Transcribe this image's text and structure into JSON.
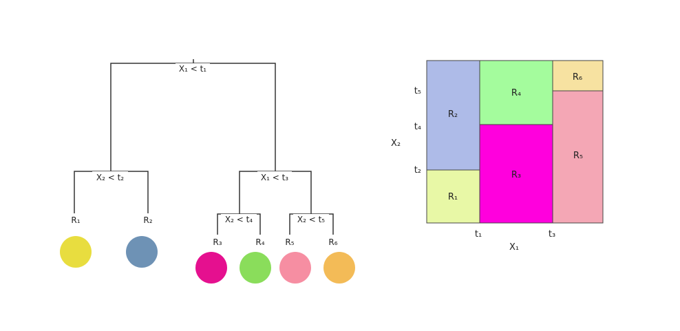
{
  "tree": {
    "root": {
      "label": "X₁ < t₁"
    },
    "left_split": {
      "label": "X₂ < t₂"
    },
    "right_split": {
      "label": "X₁ < t₃"
    },
    "right_left_split": {
      "label": "X₂ < t₄"
    },
    "right_right_split": {
      "label": "X₂ < t₅"
    },
    "leaves": [
      {
        "label": "R₁",
        "color": "#e8dd3f"
      },
      {
        "label": "R₂",
        "color": "#6e92b5"
      },
      {
        "label": "R₃",
        "color": "#e5108f"
      },
      {
        "label": "R₄",
        "color": "#8add5b"
      },
      {
        "label": "R₅",
        "color": "#f68ea2"
      },
      {
        "label": "R₆",
        "color": "#f3bb57"
      }
    ]
  },
  "partition": {
    "x_axis_label": "X₁",
    "y_axis_label": "X₂",
    "x_ticks": [
      "t₁",
      "t₃"
    ],
    "y_ticks": [
      "t₅",
      "t₄",
      "t₂"
    ],
    "regions": [
      {
        "label": "R₁",
        "color": "#e8f8a6"
      },
      {
        "label": "R₂",
        "color": "#aebbe8"
      },
      {
        "label": "R₃",
        "color": "#ff00dd"
      },
      {
        "label": "R₄",
        "color": "#a4fc9d"
      },
      {
        "label": "R₅",
        "color": "#f4a7b5"
      },
      {
        "label": "R₆",
        "color": "#f7e2a1"
      }
    ]
  }
}
